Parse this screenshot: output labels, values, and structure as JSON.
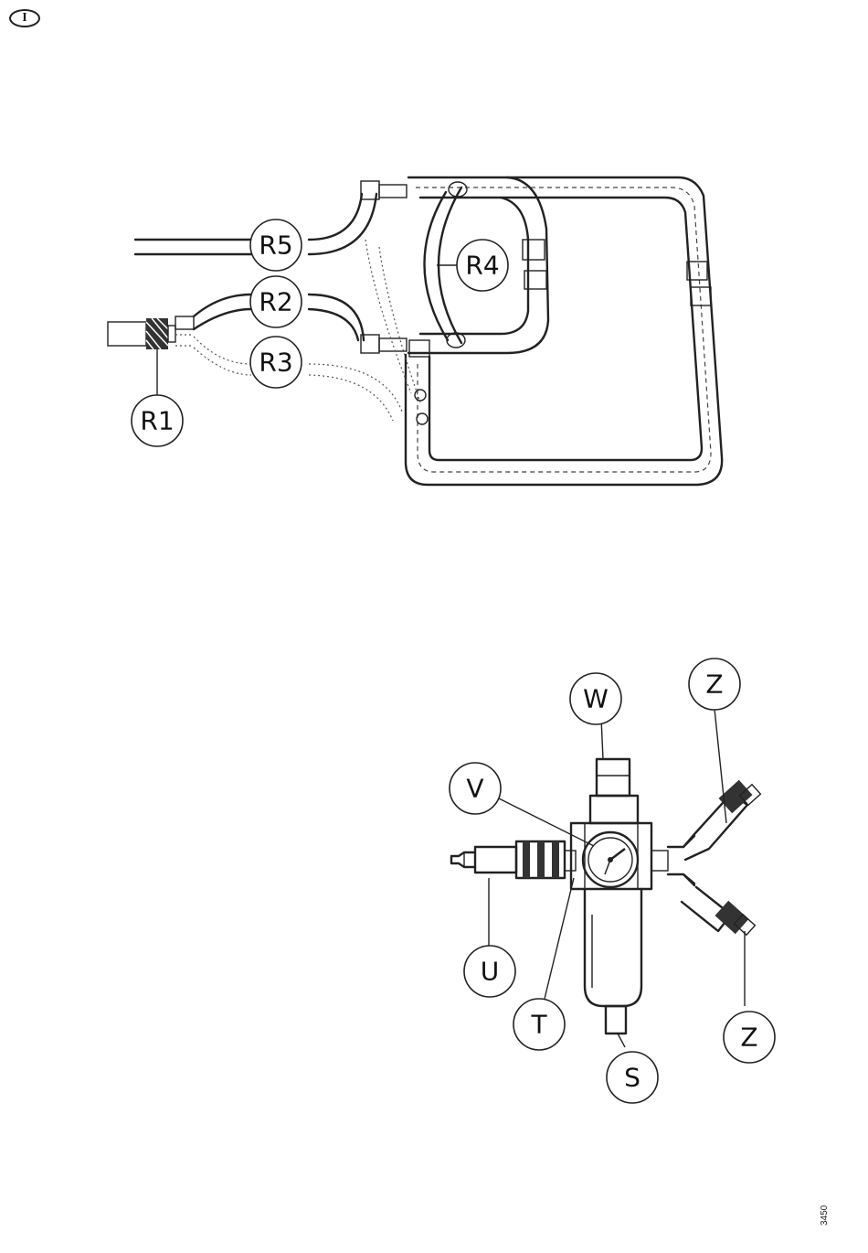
{
  "page_badge": "I",
  "doc_number": "3450",
  "figure_top": {
    "labels": {
      "r1": "R1",
      "r2": "R2",
      "r3": "R3",
      "r4": "R4",
      "r5": "R5"
    }
  },
  "figure_bottom": {
    "labels": {
      "w": "W",
      "v": "V",
      "u": "U",
      "t": "T",
      "s": "S",
      "z1": "Z",
      "z2": "Z"
    }
  }
}
